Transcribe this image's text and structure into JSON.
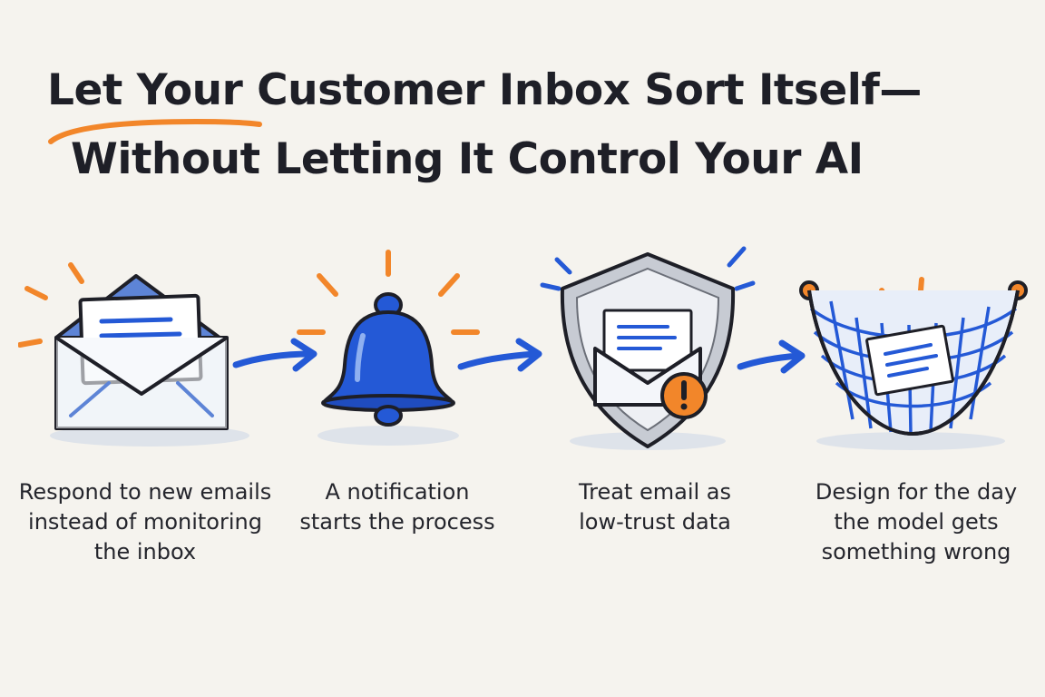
{
  "title": {
    "line1": "Let Your Customer Inbox Sort Itself—",
    "line2": "Without Letting It Control Your AI"
  },
  "colors": {
    "accent_orange": "#f2862a",
    "accent_blue": "#2459d6",
    "ink": "#1e1f27",
    "background": "#f5f3ee"
  },
  "steps": [
    {
      "icon": "open-envelope-icon",
      "caption_lines": [
        "Respond to new emails",
        "instead of monitoring",
        "the inbox"
      ]
    },
    {
      "icon": "notification-bell-icon",
      "caption_lines": [
        "A notification",
        "starts the process"
      ]
    },
    {
      "icon": "shield-warning-envelope-icon",
      "caption_lines": [
        "Treat email as",
        "low-trust data"
      ]
    },
    {
      "icon": "safety-net-icon",
      "caption_lines": [
        "Design for the day",
        "the model gets",
        "something wrong"
      ]
    }
  ]
}
